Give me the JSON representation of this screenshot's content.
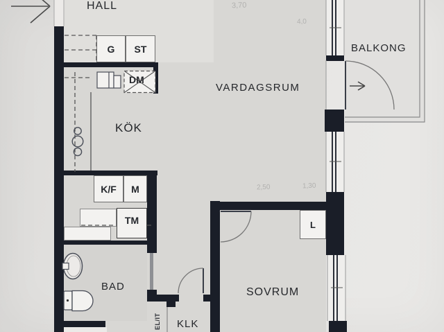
{
  "floorplan": {
    "rooms": {
      "hall": {
        "label": "HALL"
      },
      "kok": {
        "label": "KÖK"
      },
      "vardagsrum": {
        "label": "VARDAGSRUM"
      },
      "balkong": {
        "label": "BALKONG"
      },
      "bad": {
        "label": "BAD"
      },
      "sovrum": {
        "label": "SOVRUM"
      },
      "klk": {
        "label": "KLK"
      }
    },
    "fixtures": {
      "g": {
        "label": "G"
      },
      "st": {
        "label": "ST"
      },
      "dm": {
        "label": "DM"
      },
      "kf": {
        "label": "K/F"
      },
      "m": {
        "label": "M"
      },
      "tm": {
        "label": "TM"
      },
      "l": {
        "label": "L"
      },
      "elit": {
        "label": "EL/IT"
      }
    },
    "pencil_notes": {
      "n1": {
        "text": "3,70"
      },
      "n2": {
        "text": "4,0"
      },
      "n3": {
        "text": "2,50"
      },
      "n4": {
        "text": "1,30"
      }
    },
    "icons": {
      "entry_arrow": "arrow-right",
      "balcony_door_arrow": "arrow-right"
    },
    "colors": {
      "wall": "#1a1e28",
      "floor": "#d8d7d4",
      "paper": "#e6e5e3",
      "fixture_fill": "#f3f2f0",
      "sliding_door": "#8e9094",
      "text": "#25272b"
    }
  }
}
